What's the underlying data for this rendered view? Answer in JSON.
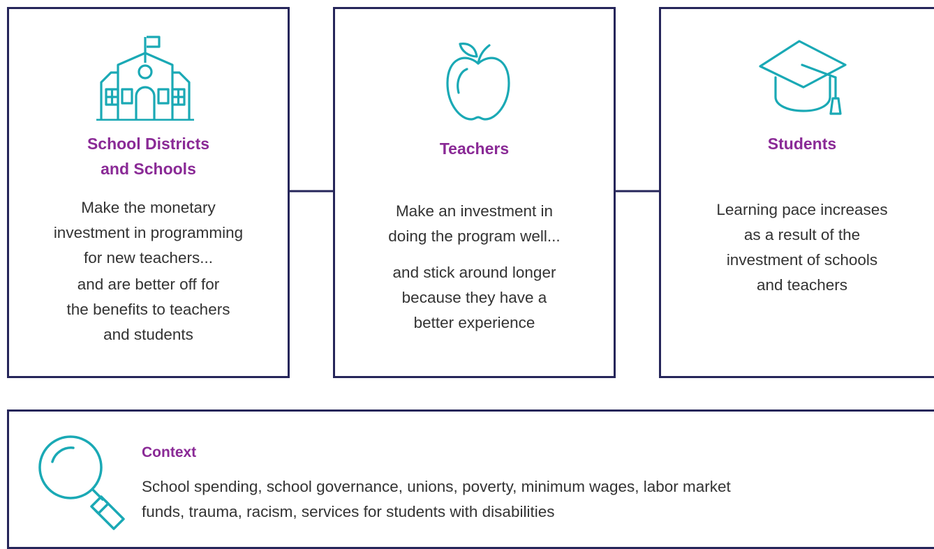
{
  "cards": [
    {
      "icon": "school-building-icon",
      "title_lines": [
        "School Districts",
        "and Schools"
      ],
      "para1": [
        "Make the monetary",
        "investment in programming",
        "for new teachers..."
      ],
      "para2": [
        "and are better off for",
        "the benefits to teachers",
        "and students"
      ]
    },
    {
      "icon": "apple-icon",
      "title_lines": [
        "Teachers"
      ],
      "para1": [
        "Make an investment in",
        "doing the program well..."
      ],
      "para2": [
        "and stick around longer",
        "because they have a",
        "better experience"
      ]
    },
    {
      "icon": "graduation-cap-icon",
      "title_lines": [
        "Students"
      ],
      "para1": [
        "Learning pace increases",
        "as a result of the",
        "investment of schools",
        "and teachers"
      ]
    }
  ],
  "context": {
    "icon": "magnifying-glass-icon",
    "title": "Context",
    "lines": [
      "School spending, school governance, unions, poverty, minimum wages, labor market",
      "funds, trauma, racism, services for students with disabilities"
    ]
  },
  "colors": {
    "border": "#26265a",
    "icon": "#1aa9b5",
    "title": "#8a2a96",
    "text": "#333333"
  }
}
